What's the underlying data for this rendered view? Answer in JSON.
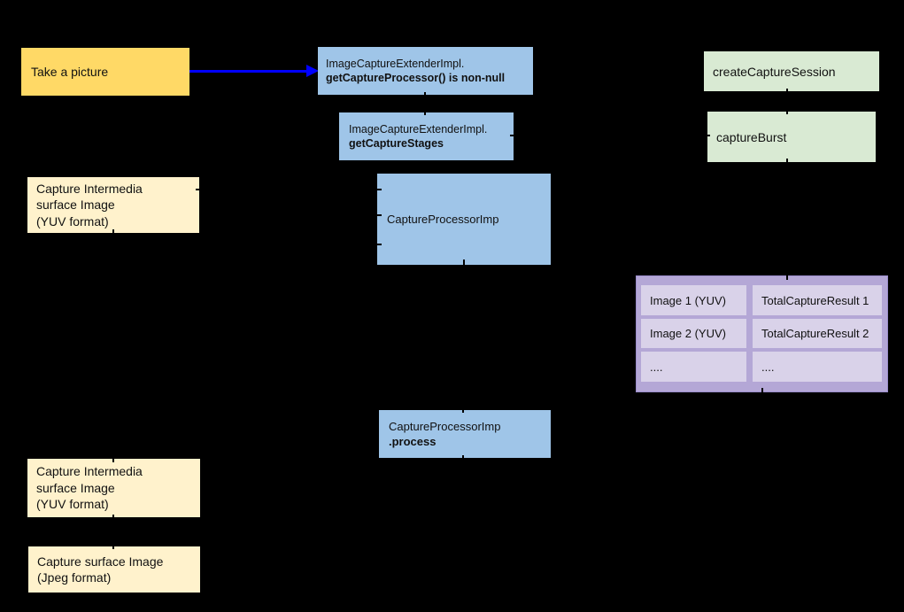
{
  "colors": {
    "background": "#000000",
    "arrow_blue": "#0000ff",
    "box_blue": "#9fc5e8",
    "box_yellow_strong": "#ffd966",
    "box_yellow_light": "#fff2cc",
    "box_green": "#d9ead3",
    "table_frame": "#b4a7d6",
    "table_cell": "#d9d2e9",
    "text": "#111111"
  },
  "nodes": {
    "take_picture": {
      "label": "Take a picture"
    },
    "get_capture_processor": {
      "line1": "ImageCaptureExtenderImpl.",
      "line2_bold": "getCaptureProcessor() is non-null"
    },
    "get_capture_stages": {
      "line1": "ImageCaptureExtenderImpl.",
      "line2_bold": "getCaptureStages"
    },
    "capture_intermediate_surface_1": {
      "line1": "Capture Intermedia",
      "line2": "surface Image",
      "line3": "(YUV format)"
    },
    "capture_processor_imp": {
      "label": "CaptureProcessorImp"
    },
    "create_capture_session": {
      "label": "createCaptureSession"
    },
    "capture_burst": {
      "label": "captureBurst"
    },
    "capture_processor_process": {
      "line1": "CaptureProcessorImp",
      "line2_bold": ".process"
    },
    "capture_intermediate_surface_2": {
      "line1": "Capture Intermedia",
      "line2": "surface Image",
      "line3": "(YUV format)"
    },
    "capture_surface_jpeg": {
      "line1": "Capture surface Image",
      "line2": "(Jpeg format)"
    }
  },
  "results_table": {
    "rows": [
      {
        "image": "Image 1 (YUV)",
        "result": "TotalCaptureResult 1"
      },
      {
        "image": "Image 2 (YUV)",
        "result": "TotalCaptureResult 2"
      },
      {
        "image": "....",
        "result": "...."
      }
    ]
  }
}
